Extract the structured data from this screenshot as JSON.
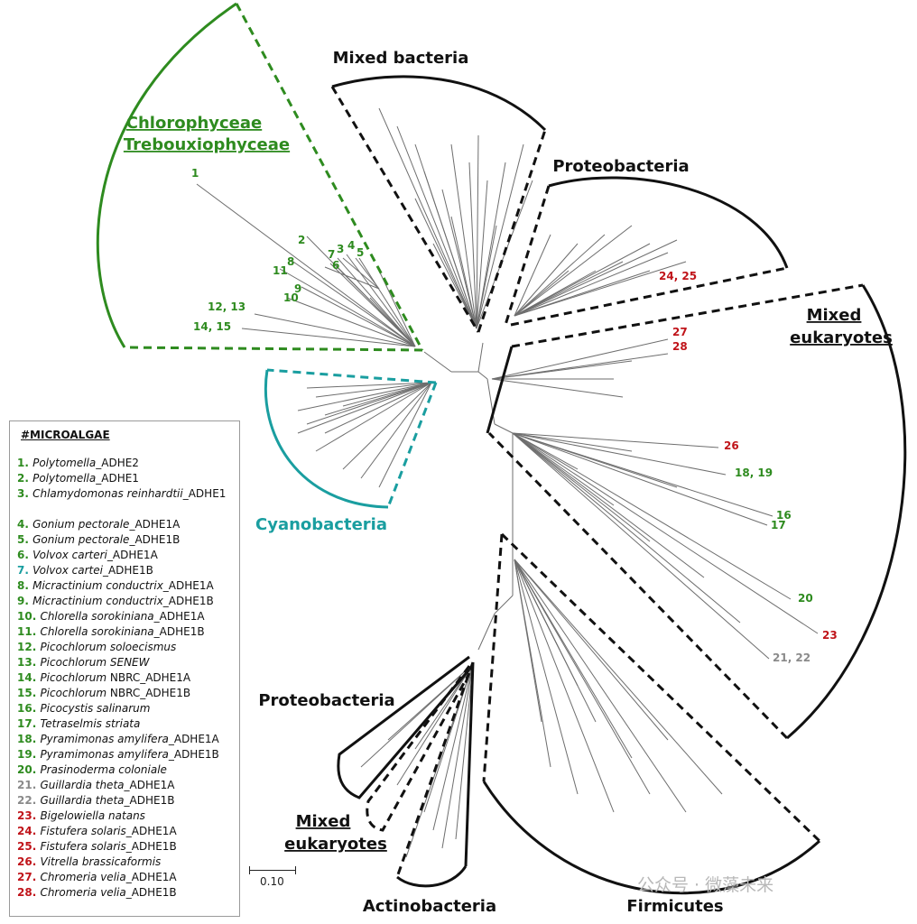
{
  "clades": {
    "chlorophyceae": "Chlorophyceae",
    "trebouxiophyceae": "Trebouxiophyceae",
    "mixed_bacteria": "Mixed bacteria",
    "proteobacteria_top": "Proteobacteria",
    "mixed_eukaryotes_right_1": "Mixed",
    "mixed_eukaryotes_right_2": "eukaryotes",
    "cyanobacteria": "Cyanobacteria",
    "proteobacteria_bottom": "Proteobacteria",
    "mixed_eukaryotes_bottom_1": "Mixed",
    "mixed_eukaryotes_bottom_2": "eukaryotes",
    "actinobacteria": "Actinobacteria",
    "firmicutes": "Firmicutes"
  },
  "tip_labels": {
    "t1": "1",
    "t2": "2",
    "t3": "3",
    "t4": "4",
    "t5": "5",
    "t6": "6",
    "t7": "7",
    "t8": "8",
    "t9": "9",
    "t10": "10",
    "t11": "11",
    "t12_13": "12, 13",
    "t14_15": "14, 15",
    "t16": "16",
    "t17": "17",
    "t18_19": "18, 19",
    "t20": "20",
    "t21_22": "21, 22",
    "t23": "23",
    "t24_25": "24, 25",
    "t26": "26",
    "t27": "27",
    "t28": "28"
  },
  "colors": {
    "green": "#2e8b1f",
    "teal": "#1a9ea0",
    "red": "#c0141a",
    "gray": "#8a8a8a",
    "black": "#111111"
  },
  "legend": {
    "title": "#MICROALGAE",
    "items": [
      {
        "num": "1.",
        "species": "Polytomella",
        "suffix": "_ADHE2",
        "color": "green"
      },
      {
        "num": "2.",
        "species": "Polytomella",
        "suffix": "_ADHE1",
        "color": "green"
      },
      {
        "num": "3.",
        "species": "Chlamydomonas reinhardtii",
        "suffix": "_ADHE1",
        "color": "green"
      },
      {
        "num": "4.",
        "species": "Gonium pectorale",
        "suffix": "_ADHE1A",
        "color": "green"
      },
      {
        "num": "5.",
        "species": "Gonium pectorale",
        "suffix": "_ADHE1B",
        "color": "green"
      },
      {
        "num": "6.",
        "species": "Volvox carteri",
        "suffix": "_ADHE1A",
        "color": "green"
      },
      {
        "num": "7.",
        "species": "Volvox cartei",
        "suffix": "_ADHE1B",
        "color": "teal"
      },
      {
        "num": "8.",
        "species": "Micractinium conductrix",
        "suffix": "_ADHE1A",
        "color": "green"
      },
      {
        "num": "9.",
        "species": "Micractinium conductrix",
        "suffix": "_ADHE1B",
        "color": "green"
      },
      {
        "num": "10.",
        "species": "Chlorella sorokiniana",
        "suffix": "_ADHE1A",
        "color": "green"
      },
      {
        "num": "11.",
        "species": "Chlorella sorokiniana",
        "suffix": "_ADHE1B",
        "color": "green"
      },
      {
        "num": "12.",
        "species": "Picochlorum soloecismus",
        "suffix": "",
        "color": "green"
      },
      {
        "num": "13.",
        "species": "Picochlorum SENEW",
        "suffix": "",
        "color": "green"
      },
      {
        "num": "14.",
        "species": "Picochlorum",
        "suffix": " NBRC_ADHE1A",
        "color": "green"
      },
      {
        "num": "15.",
        "species": "Picochlorum",
        "suffix": " NBRC_ADHE1B",
        "color": "green"
      },
      {
        "num": "16.",
        "species": "Picocystis salinarum",
        "suffix": "",
        "color": "green"
      },
      {
        "num": "17.",
        "species": "Tetraselmis striata",
        "suffix": "",
        "color": "green"
      },
      {
        "num": "18.",
        "species": "Pyramimonas amylifera",
        "suffix": "_ADHE1A",
        "color": "green"
      },
      {
        "num": "19.",
        "species": "Pyramimonas amylifera",
        "suffix": "_ADHE1B",
        "color": "green"
      },
      {
        "num": "20.",
        "species": "Prasinoderma coloniale",
        "suffix": "",
        "color": "green"
      },
      {
        "num": "21.",
        "species": "Guillardia theta",
        "suffix": "_ADHE1A",
        "color": "gray"
      },
      {
        "num": "22.",
        "species": "Guillardia theta",
        "suffix": "_ADHE1B",
        "color": "gray"
      },
      {
        "num": "23.",
        "species": "Bigelowiella natans",
        "suffix": "",
        "color": "red"
      },
      {
        "num": "24.",
        "species": "Fistufera solaris",
        "suffix": "_ADHE1A",
        "color": "red"
      },
      {
        "num": "25.",
        "species": "Fistufera solaris",
        "suffix": "_ADHE1B",
        "color": "red"
      },
      {
        "num": "26.",
        "species": "Vitrella brassicaformis",
        "suffix": "",
        "color": "red"
      },
      {
        "num": "27.",
        "species": "Chromeria velia",
        "suffix": "_ADHE1A",
        "color": "red"
      },
      {
        "num": "28.",
        "species": "Chromeria velia",
        "suffix": "_ADHE1B",
        "color": "red"
      }
    ]
  },
  "scale_bar": {
    "label": "0.10"
  },
  "watermark": "公众号 · 微藻未来"
}
